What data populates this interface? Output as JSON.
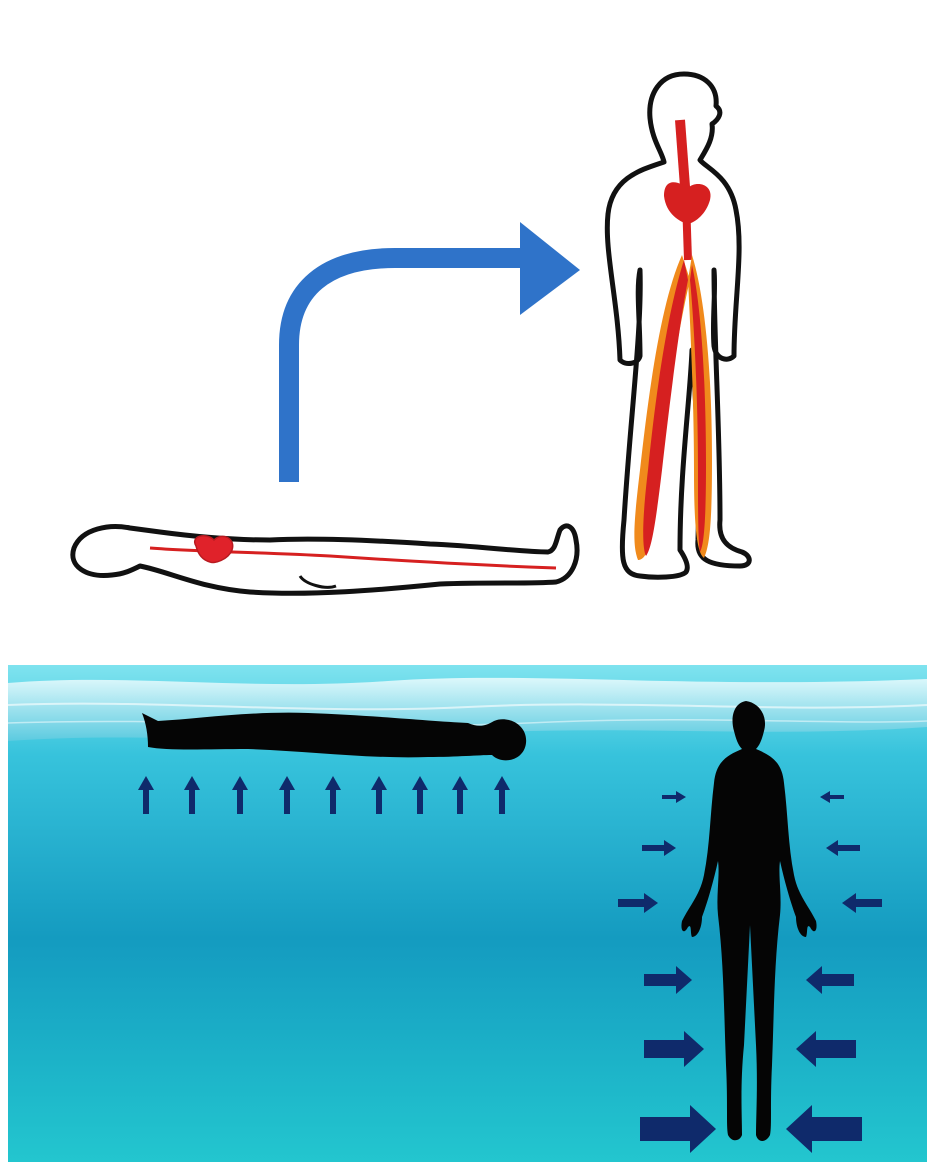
{
  "figure": {
    "panels": [
      {
        "id": "orthostatic",
        "elements": [
          "supine-body-icon",
          "heart-icon",
          "transition-arrow-icon",
          "standing-body-icon",
          "pooled-blood-legs-icon"
        ]
      },
      {
        "id": "hydrostatic",
        "elements": [
          "water-surface",
          "floating-body-silhouette",
          "buoyancy-arrow-icon",
          "immersed-standing-silhouette",
          "pressure-arrow-icon"
        ]
      }
    ],
    "buoyancy_arrow_count": 9,
    "pressure_arrow_rows": 6,
    "pressure_arrow_direction": "inward",
    "buoyancy_arrow_direction": "up"
  },
  "colors": {
    "outline": "#111111",
    "body_fill": "#ffffff",
    "vessel_red": "#d62020",
    "heart_red": "#e0222a",
    "pooled_orange": "#f08a1c",
    "blue_arrow": "#2f73c9",
    "navy_arrow": "#0f2a6b",
    "water_light": "#7fe3ef",
    "water_mid": "#1fa9c6",
    "water_deep": "#0a86a8",
    "silhouette": "#050505"
  }
}
